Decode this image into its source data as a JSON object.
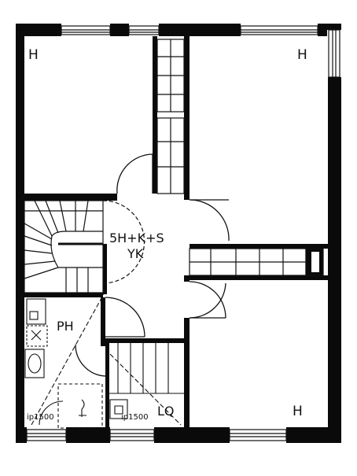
{
  "colors": {
    "wall": "#0a0a0a",
    "line": "#111111",
    "background": "#ffffff"
  },
  "labels": {
    "room_nw": "H",
    "room_ne": "H",
    "room_se": "H",
    "hall_main": "5H+K+S",
    "hall_sub": "YK",
    "bathroom": "PH",
    "storage": "LQ",
    "bath_dim": "ip1500",
    "storage_dim": "ip1500"
  }
}
